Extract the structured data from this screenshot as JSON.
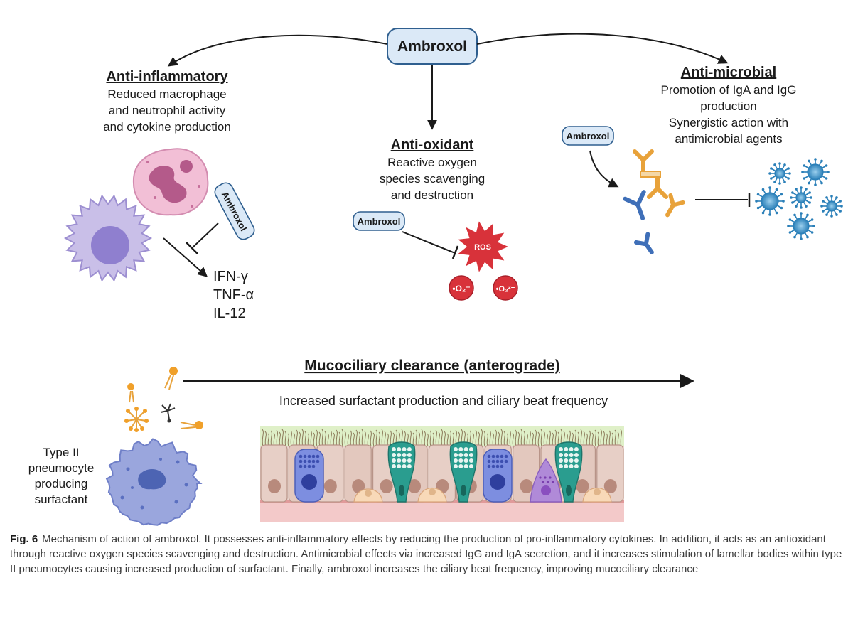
{
  "center": {
    "label": "Ambroxol"
  },
  "anti_inflammatory": {
    "heading": "Anti-inflammatory",
    "lines": [
      "Reduced macrophage",
      "and neutrophil activity",
      "and cytokine production"
    ],
    "drug_label": "Ambroxol",
    "cytokines": [
      "IFN-γ",
      "TNF-α",
      "IL-12"
    ]
  },
  "anti_oxidant": {
    "heading": "Anti-oxidant",
    "lines": [
      "Reactive oxygen",
      "species scavenging",
      "and destruction"
    ],
    "drug_label": "Ambroxol",
    "ros_label": "ROS",
    "radicals": [
      "•O₂⁻",
      "•O₂²⁻"
    ]
  },
  "anti_microbial": {
    "heading": "Anti-microbial",
    "lines": [
      "Promotion of IgA and IgG",
      "production",
      "Synergistic action with",
      "antimicrobial agents"
    ],
    "drug_label": "Ambroxol"
  },
  "mucociliary": {
    "heading": "Mucociliary clearance (anterograde)",
    "subtitle": "Increased surfactant production and ciliary beat frequency",
    "cell_label": [
      "Type II",
      "pneumocyte",
      "producing",
      "surfactant"
    ]
  },
  "caption": {
    "label": "Fig. 6",
    "text": "Mechanism of action of ambroxol. It possesses anti-inflammatory effects by reducing the production of pro-inflammatory cytokines. In addition, it acts as an antioxidant through reactive oxygen species scavenging and destruction. Antimicrobial effects via increased IgG and IgA secretion, and it increases stimulation of lamellar bodies within type II pneumocytes causing increased production of surfactant. Finally, ambroxol increases the ciliary beat frequency, improving mucociliary clearance"
  },
  "colors": {
    "drug_box_fill": "#dbe9f7",
    "drug_box_stroke": "#2f5f8f",
    "ros": "#d8323a",
    "neutrophil": "#f2bfd6",
    "macrophage": "#c9bfe8",
    "antibody_blue": "#3f6fb8",
    "antibody_orange": "#e8a23a",
    "bacteria": "#3b8ec4",
    "goblet": "#2a9d8f",
    "arrow": "#1a1a1a"
  }
}
